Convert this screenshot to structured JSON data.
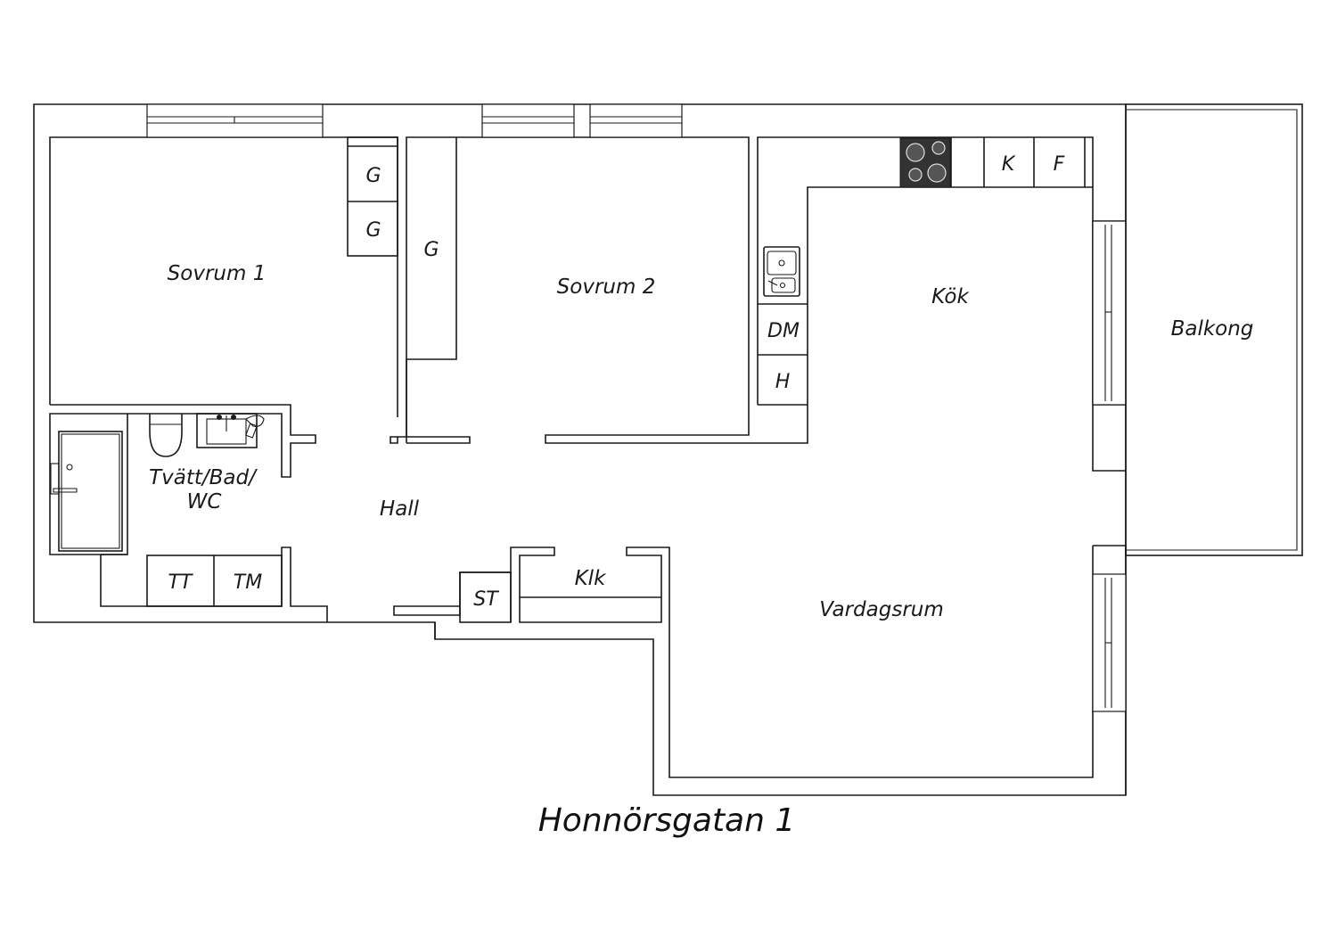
{
  "title": "Honnörsgatan 1",
  "rooms": {
    "sovrum1": "Sovrum 1",
    "sovrum2": "Sovrum 2",
    "kok": "Kök",
    "balkong": "Balkong",
    "bad_line1": "Tvätt/Bad/",
    "bad_line2": "WC",
    "hall": "Hall",
    "vardagsrum": "Vardagsrum",
    "klk": "Klk"
  },
  "fixtures": {
    "g1": "G",
    "g2": "G",
    "g3": "G",
    "k": "K",
    "f": "F",
    "dm": "DM",
    "h": "H",
    "tt": "TT",
    "tm": "TM",
    "st": "ST"
  },
  "colors": {
    "line": "#1a1a1a",
    "stove": "#333333",
    "background": "#ffffff"
  }
}
